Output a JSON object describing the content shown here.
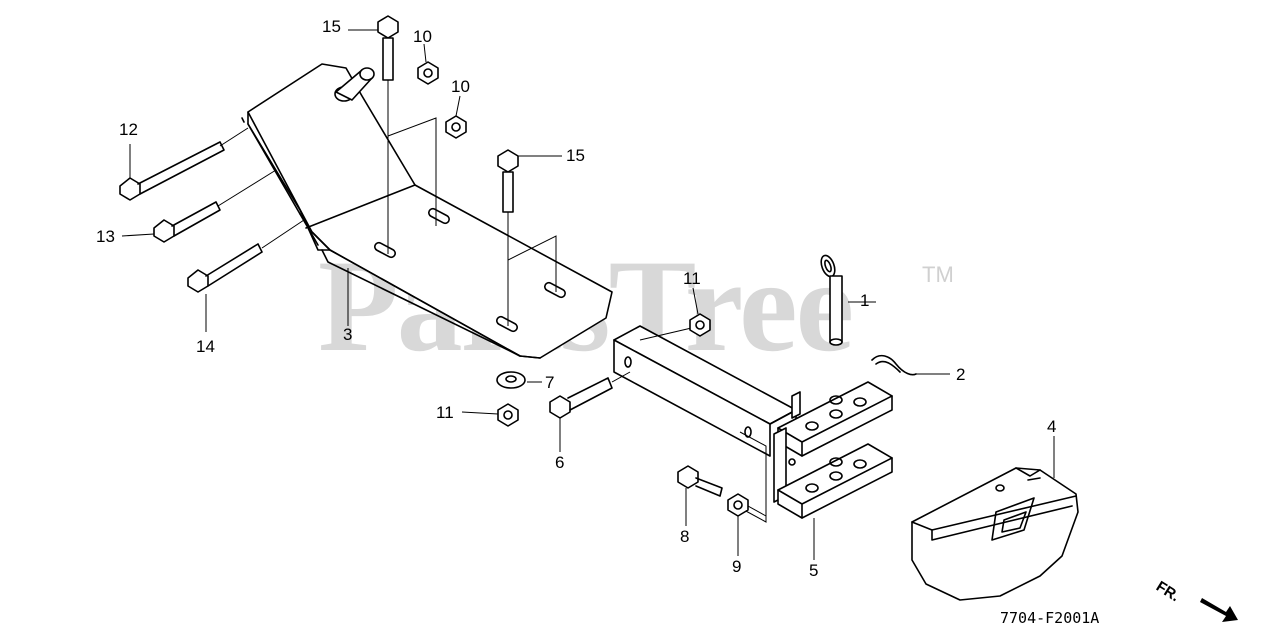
{
  "watermark": {
    "brand": "PartsTree",
    "trademark": "TM"
  },
  "diagram_code": "7704-F2001A",
  "front_indicator": "FR.",
  "callouts": [
    {
      "id": "c1",
      "label": "1"
    },
    {
      "id": "c2",
      "label": "2"
    },
    {
      "id": "c3",
      "label": "3"
    },
    {
      "id": "c4",
      "label": "4"
    },
    {
      "id": "c5",
      "label": "5"
    },
    {
      "id": "c6",
      "label": "6"
    },
    {
      "id": "c7",
      "label": "7"
    },
    {
      "id": "c8",
      "label": "8"
    },
    {
      "id": "c9",
      "label": "9"
    },
    {
      "id": "c10a",
      "label": "10"
    },
    {
      "id": "c10b",
      "label": "10"
    },
    {
      "id": "c11a",
      "label": "11"
    },
    {
      "id": "c11b",
      "label": "11"
    },
    {
      "id": "c12",
      "label": "12"
    },
    {
      "id": "c13",
      "label": "13"
    },
    {
      "id": "c14",
      "label": "14"
    },
    {
      "id": "c15a",
      "label": "15"
    },
    {
      "id": "c15b",
      "label": "15"
    }
  ]
}
